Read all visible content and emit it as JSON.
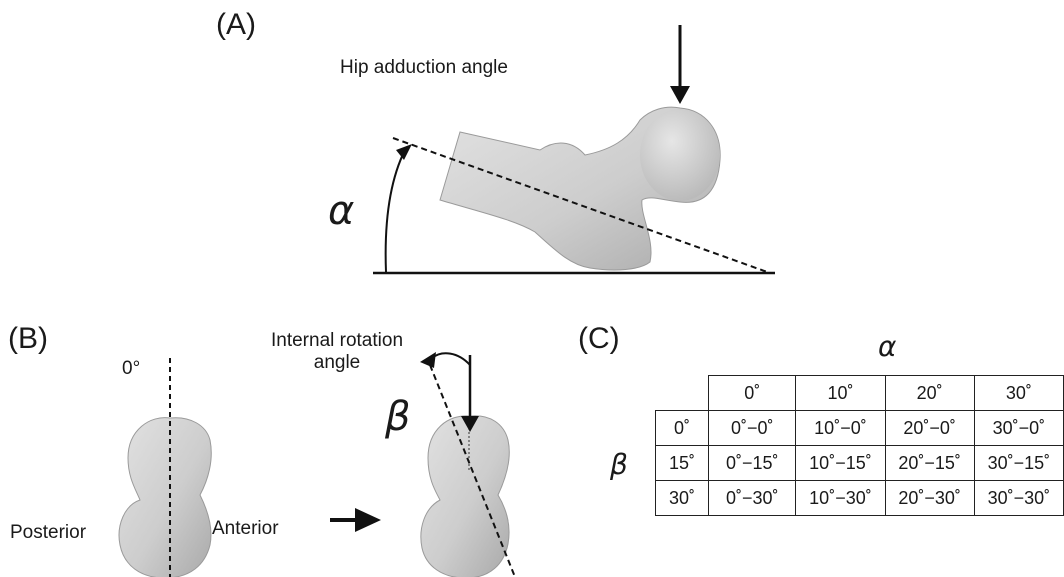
{
  "panel_a": {
    "label": "(A)",
    "title": "Hip adduction angle",
    "angle_symbol": "α"
  },
  "panel_b": {
    "label": "(B)",
    "zero_label": "0°",
    "rotation_label_line1": "Internal rotation",
    "rotation_label_line2": "angle",
    "angle_symbol": "β",
    "posterior_label": "Posterior",
    "anterior_label": "Anterior"
  },
  "panel_c": {
    "label": "(C)",
    "column_symbol": "α",
    "row_symbol": "β",
    "column_headers": [
      "0˚",
      "10˚",
      "20˚",
      "30˚"
    ],
    "rows": [
      {
        "header": "0˚",
        "cells": [
          "0˚−0˚",
          "10˚−0˚",
          "20˚−0˚",
          "30˚−0˚"
        ]
      },
      {
        "header": "15˚",
        "cells": [
          "0˚−15˚",
          "10˚−15˚",
          "20˚−15˚",
          "30˚−15˚"
        ]
      },
      {
        "header": "30˚",
        "cells": [
          "0˚−30˚",
          "10˚−30˚",
          "20˚−30˚",
          "30˚−30˚"
        ]
      }
    ]
  }
}
